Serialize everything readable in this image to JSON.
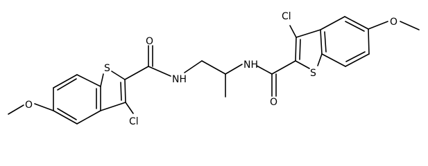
{
  "molecule": {
    "colors": {
      "bond": "#000000",
      "text": "#000000",
      "background": "#ffffff"
    },
    "atoms": {
      "s_left": "S",
      "o_amide_left": "O",
      "nh_left": "NH",
      "cl_left": "Cl",
      "o_methoxy_left": "O",
      "cl_right": "Cl",
      "o_methoxy_right": "O",
      "nh_right": "NH",
      "o_amide_right": "O",
      "s_right": "S"
    }
  }
}
